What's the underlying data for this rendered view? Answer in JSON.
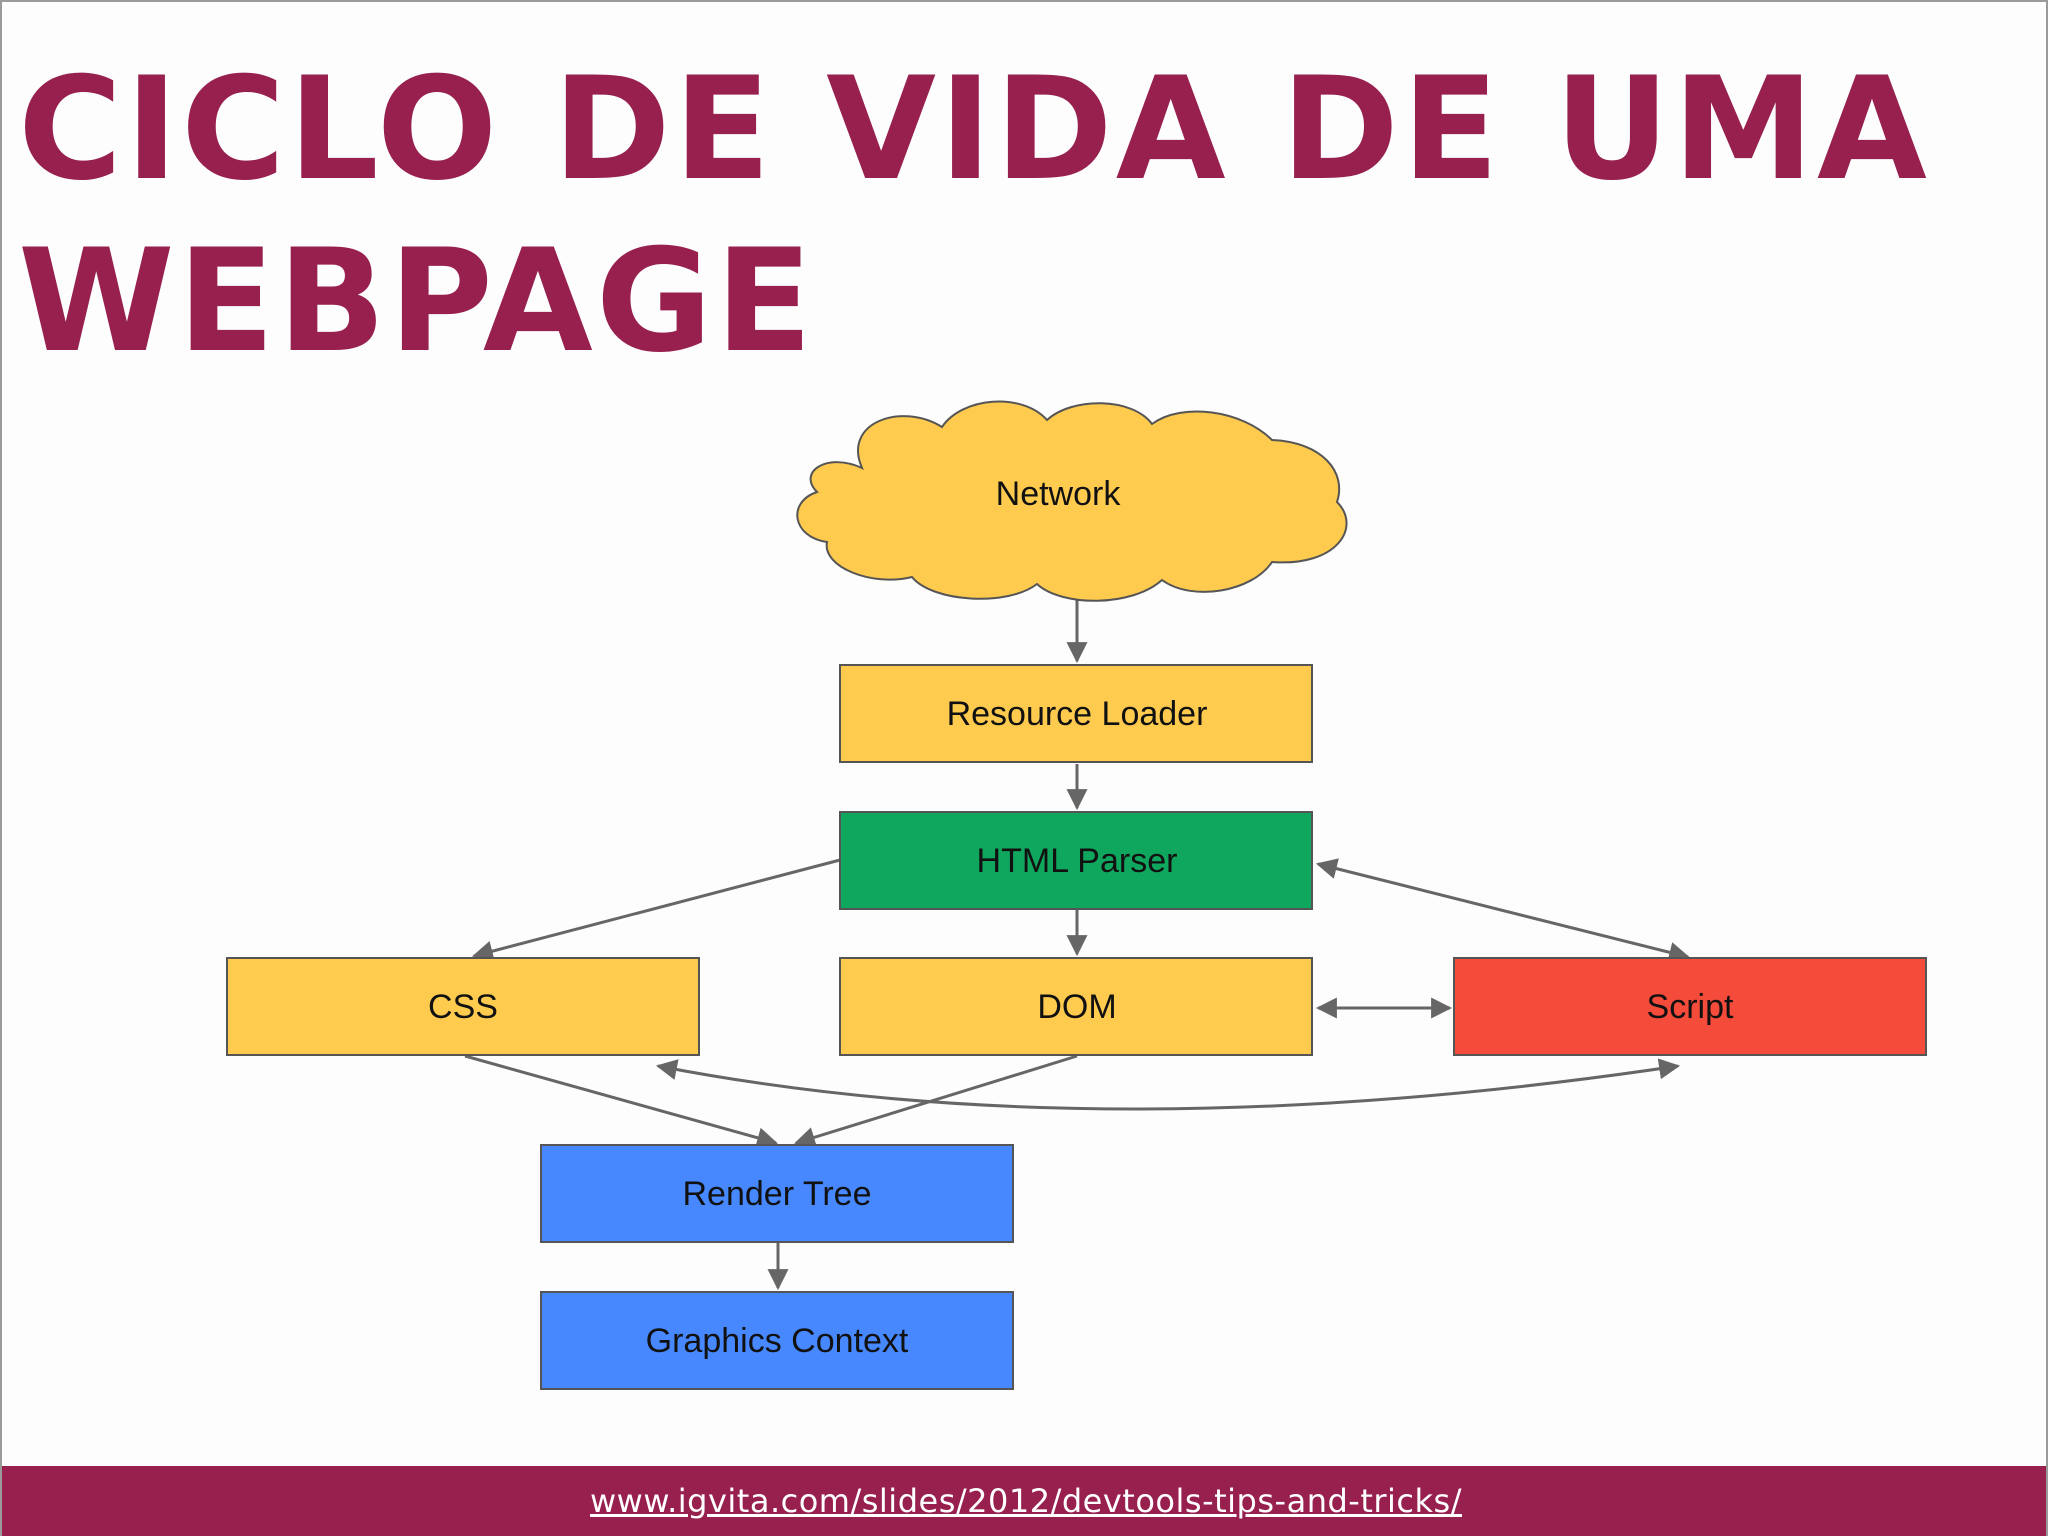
{
  "slide": {
    "title_line1": "CICLO DE VIDA DE UMA",
    "title_line2": "WEBPAGE",
    "footer_link": "www.igvita.com/slides/2012/devtools-tips-and-tricks/"
  },
  "colors": {
    "title": "#97204f",
    "footer_bg": "#97204f",
    "yellow": "#fecb4f",
    "green": "#0fa75e",
    "red": "#f44b3b",
    "blue": "#4788fe",
    "arrow": "#666666"
  },
  "diagram": {
    "nodes": {
      "network": "Network",
      "resource_loader": "Resource Loader",
      "html_parser": "HTML Parser",
      "css": "CSS",
      "dom": "DOM",
      "script": "Script",
      "render_tree": "Render Tree",
      "graphics_context": "Graphics Context"
    }
  }
}
